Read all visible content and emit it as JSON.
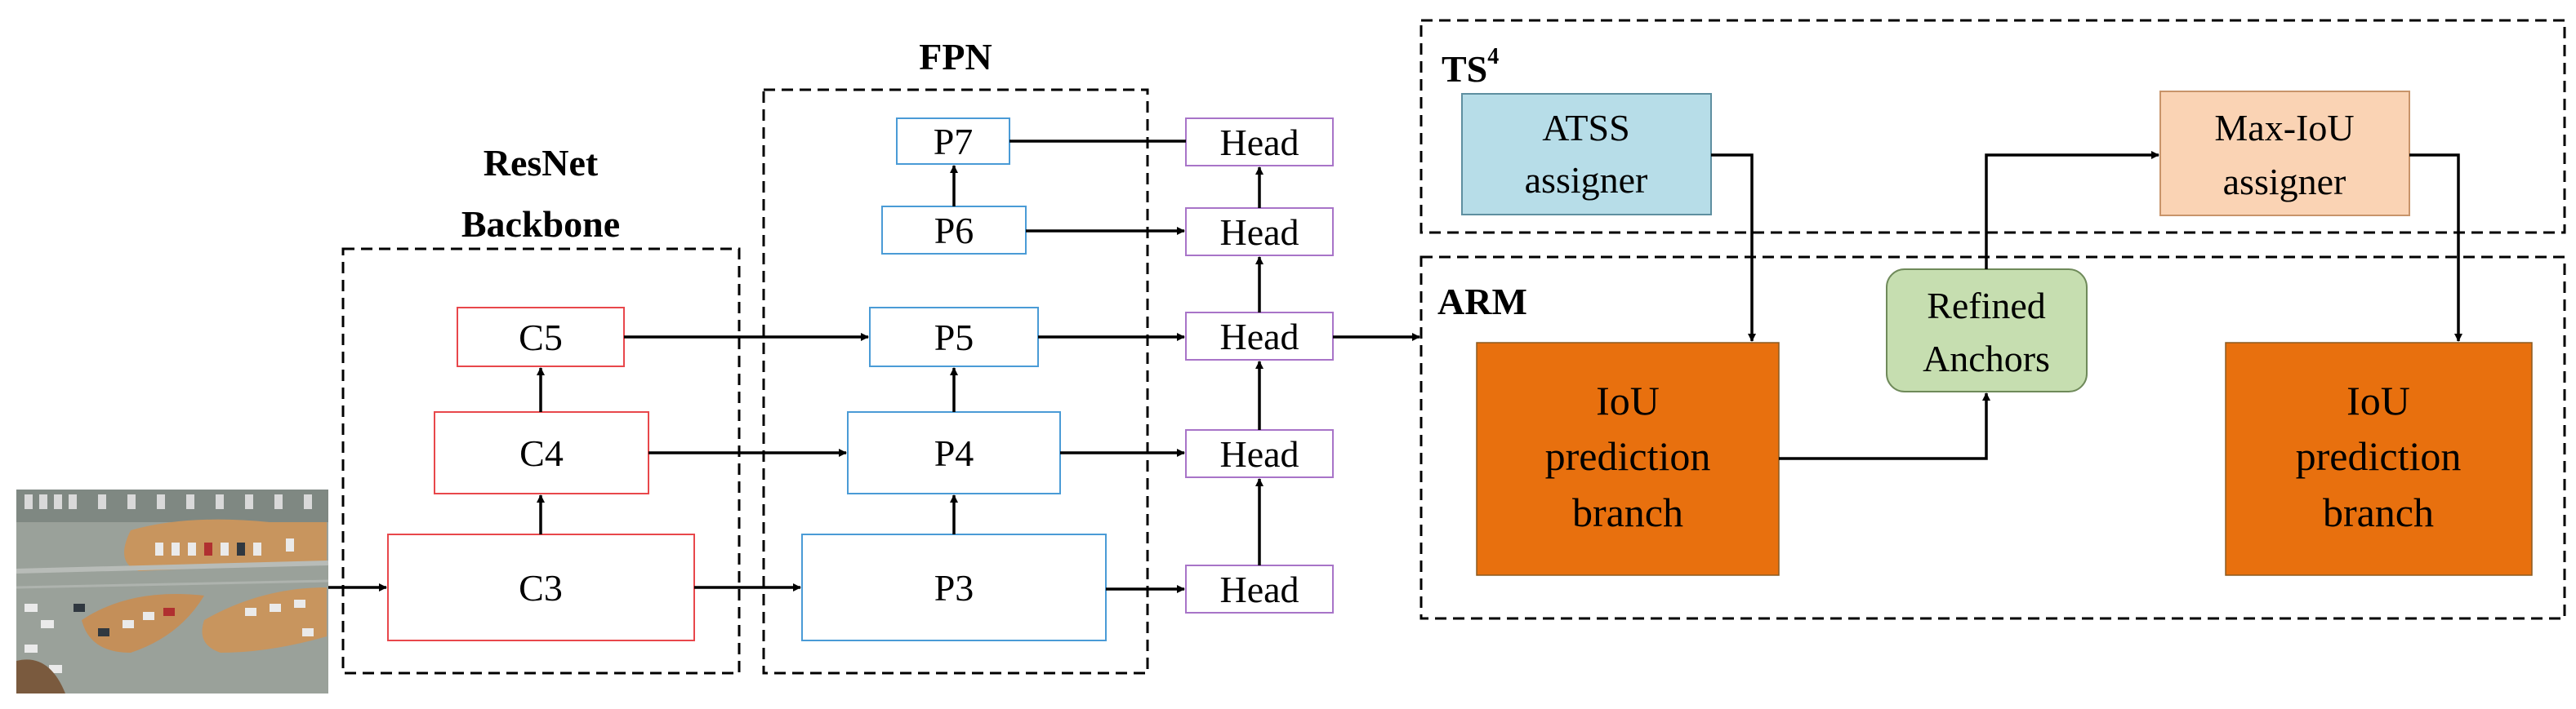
{
  "sections": {
    "backbone_title_line1": "ResNet",
    "backbone_title_line2": "Backbone",
    "fpn_title": "FPN",
    "ts_title": "TS",
    "ts_sup": "4",
    "arm_title": "ARM"
  },
  "backbone": {
    "c3": "C3",
    "c4": "C4",
    "c5": "C5"
  },
  "fpn": {
    "p3": "P3",
    "p4": "P4",
    "p5": "P5",
    "p6": "P6",
    "p7": "P7"
  },
  "heads": [
    "Head",
    "Head",
    "Head",
    "Head",
    "Head"
  ],
  "ts": {
    "atss_line1": "ATSS",
    "atss_line2": "assigner",
    "maxiou_line1": "Max-IoU",
    "maxiou_line2": "assigner"
  },
  "arm": {
    "iou1_line1": "IoU",
    "iou1_line2": "prediction",
    "iou1_line3": "branch",
    "refined_line1": "Refined",
    "refined_line2": "Anchors",
    "iou2_line1": "IoU",
    "iou2_line2": "prediction",
    "iou2_line3": "branch"
  },
  "colors": {
    "atss_fill": "#b7dde8",
    "maxiou_fill": "#fad3b4",
    "iou_branch_fill": "#e8700e",
    "refined_fill": "#c6deb0",
    "backbone_border": "#e8474b",
    "fpn_border": "#4a9bd6",
    "head_border": "#a874c8"
  }
}
